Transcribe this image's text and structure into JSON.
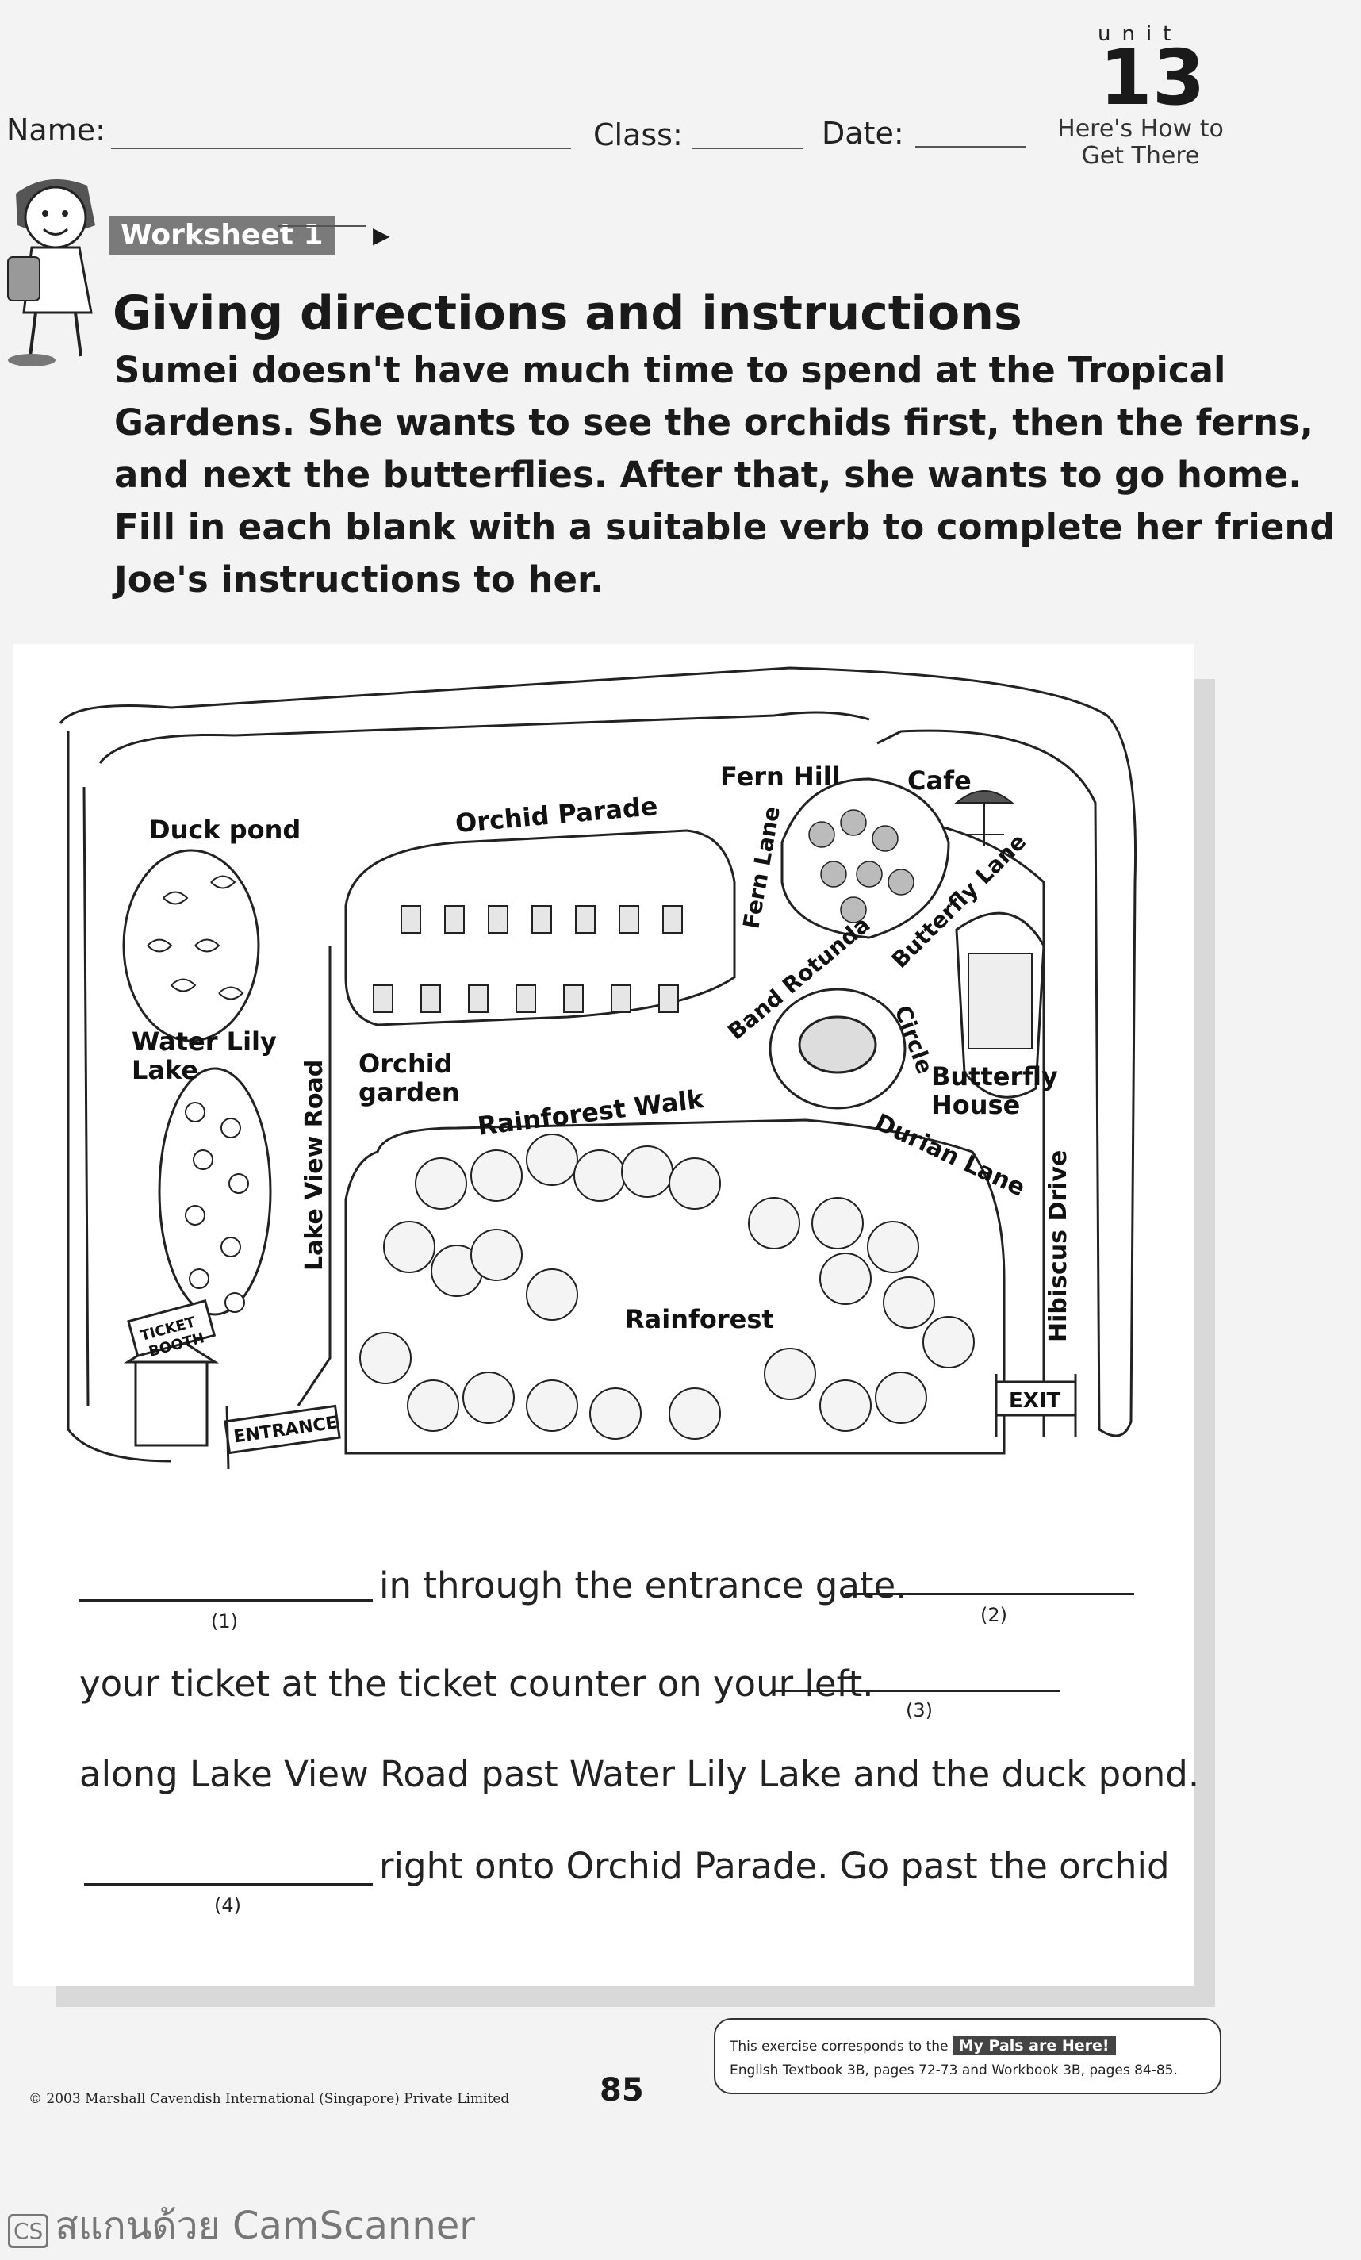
{
  "header": {
    "name_label": "Name:",
    "class_label": "Class:",
    "date_label": "Date:",
    "unit_word": "unit",
    "unit_number": "13",
    "unit_title_line1": "Here's How to",
    "unit_title_line2": "Get There"
  },
  "worksheet_tab": "Worksheet 1",
  "title": "Giving directions and instructions",
  "intro": [
    "Sumei doesn't have much time to spend at the Tropical",
    "Gardens. She wants to see the orchids first, then the ferns,",
    "and next the butterflies. After that, she wants to go home.",
    "Fill in each blank with a suitable verb to complete her friend",
    "Joe's instructions to her."
  ],
  "map": {
    "labels": {
      "duck_pond": "Duck pond",
      "orchid_parade": "Orchid Parade",
      "fern_hill": "Fern Hill",
      "cafe": "Cafe",
      "fern_lane": "Fern Lane",
      "butterfly_lane": "Butterfly Lane",
      "band_rotunda": "Band Rotunda",
      "circle": "Circle",
      "water_lily_lake_1": "Water Lily",
      "water_lily_lake_2": "Lake",
      "orchid_garden_1": "Orchid",
      "orchid_garden_2": "garden",
      "rainforest_walk": "Rainforest Walk",
      "butterfly_house_1": "Butterfly",
      "butterfly_house_2": "House",
      "durian_lane": "Durian Lane",
      "lake_view_road": "Lake View Road",
      "hibiscus_drive": "Hibiscus Drive",
      "rainforest": "Rainforest",
      "ticket_booth_1": "TICKET",
      "ticket_booth_2": "BOOTH",
      "entrance": "ENTRANCE",
      "exit": "EXIT"
    }
  },
  "exercise": {
    "line1_text": "in through the entrance gate.",
    "line2_text": "your ticket at the ticket counter on your left.",
    "line3_text": "along Lake View Road past Water Lily Lake and the duck pond.",
    "line4_text": "right onto Orchid Parade. Go past the orchid",
    "n1": "(1)",
    "n2": "(2)",
    "n3": "(3)",
    "n4": "(4)"
  },
  "footer": {
    "corresponds": "This exercise corresponds to the",
    "badge": "My Pals are Here!",
    "pages": "English Textbook 3B, pages 72-73 and Workbook 3B, pages 84-85.",
    "copyright": "© 2003 Marshall Cavendish International (Singapore) Private Limited",
    "page_number": "85"
  },
  "scanner_watermark": "สแกนด้วย CamScanner"
}
